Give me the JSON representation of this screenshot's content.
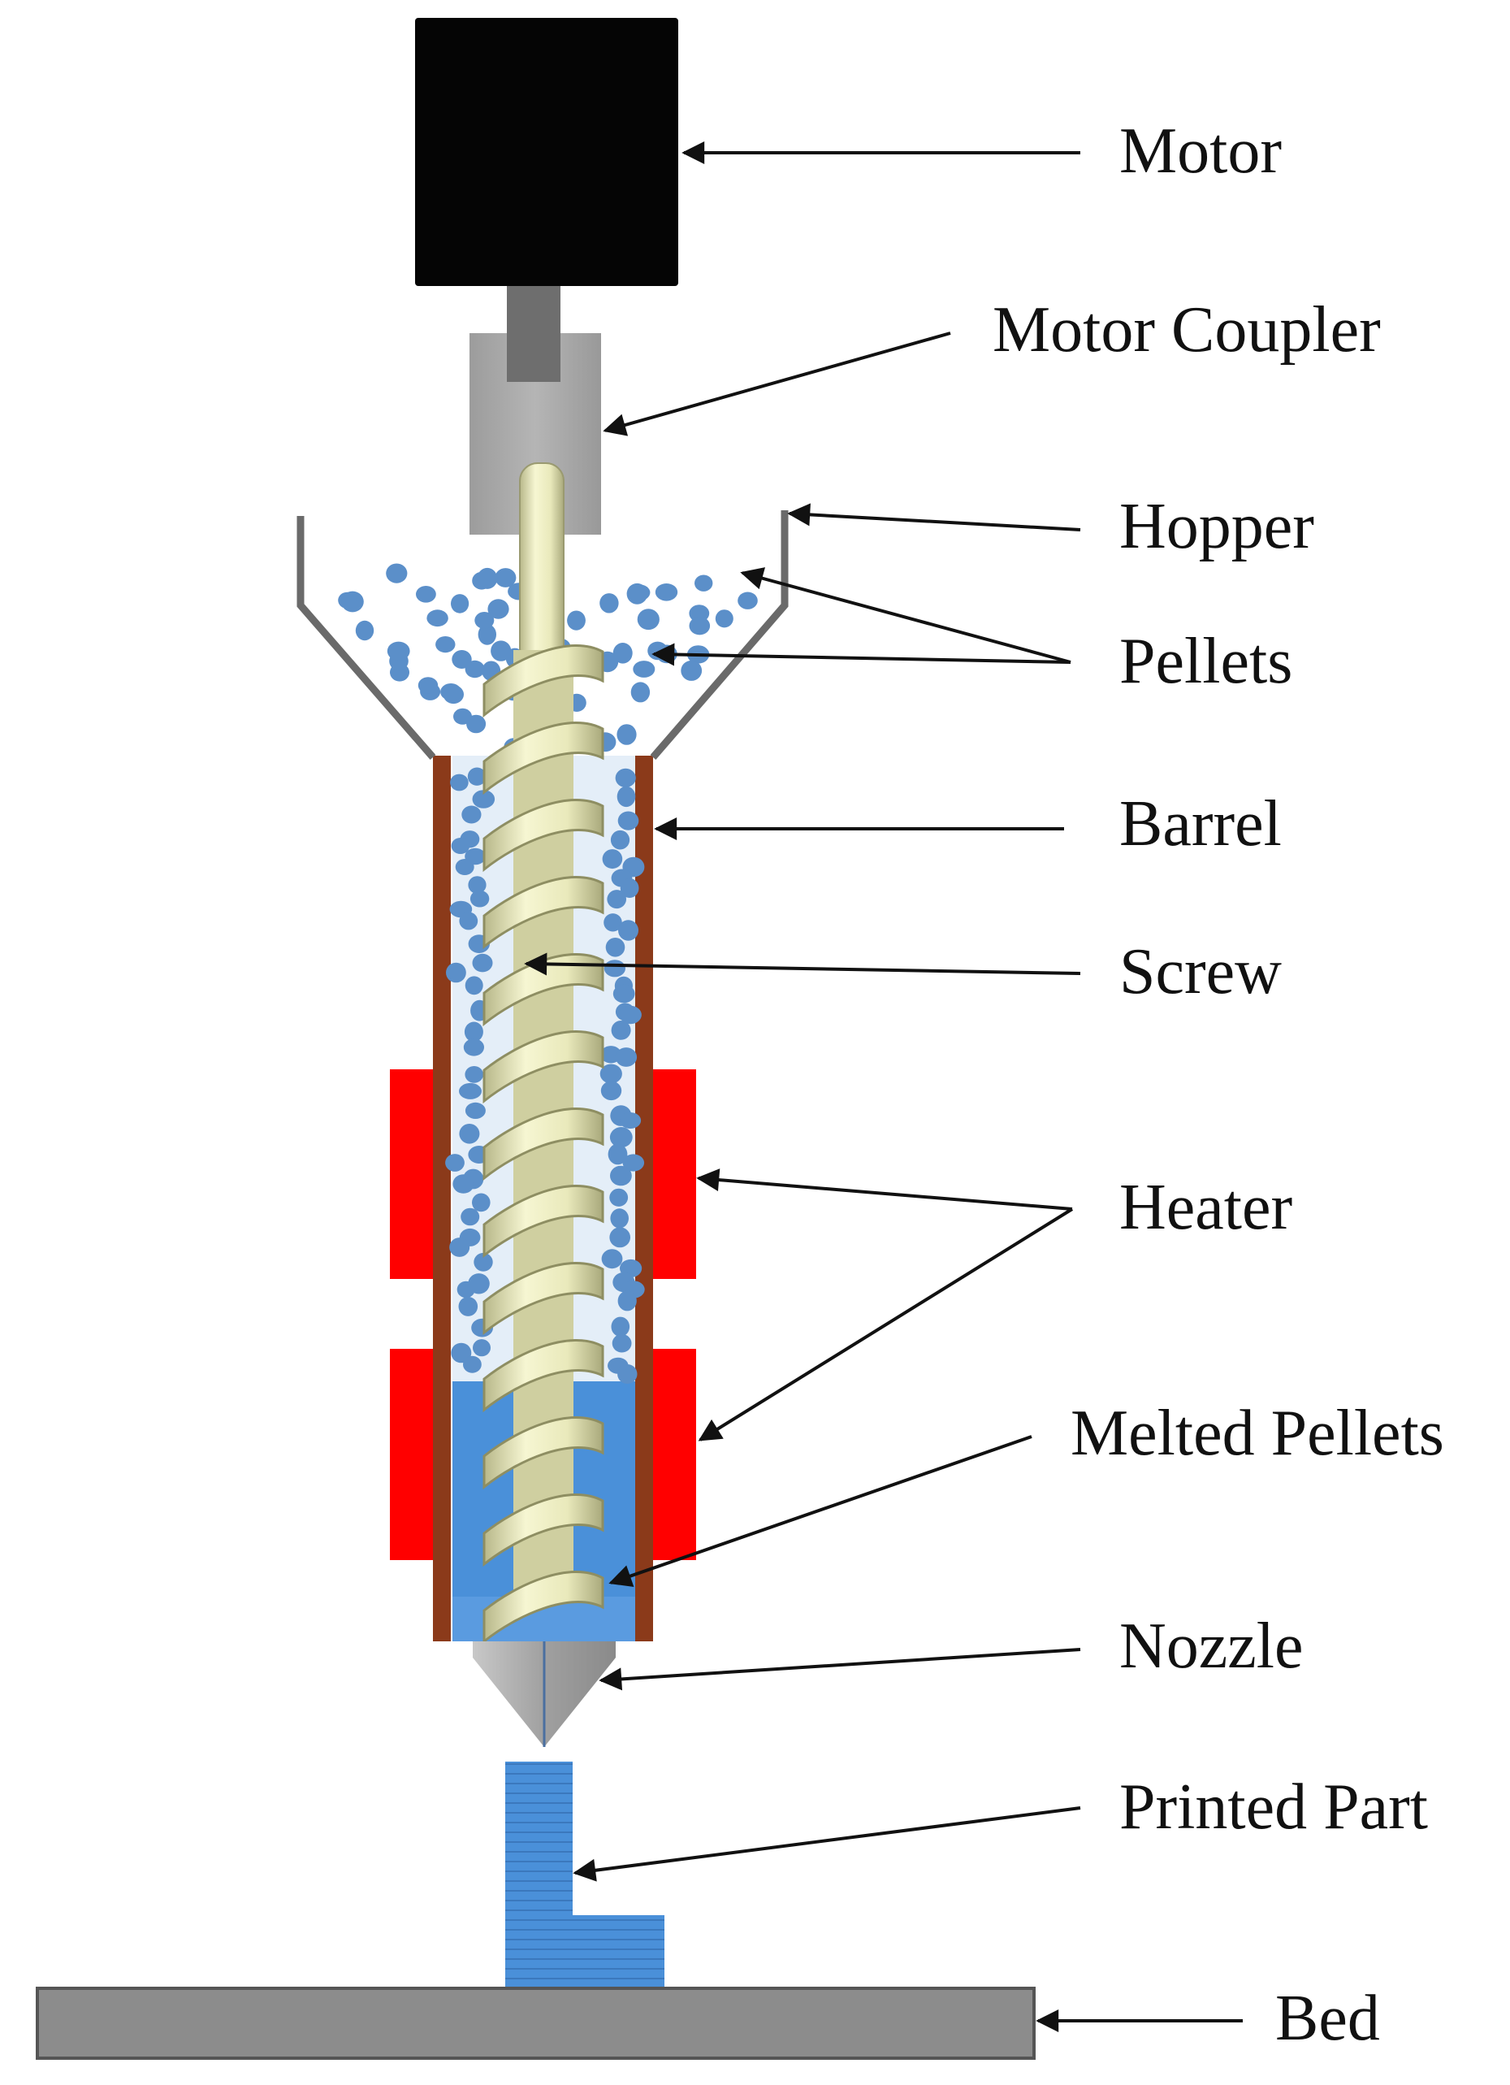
{
  "labels": {
    "motor": "Motor",
    "motor_coupler": "Motor Coupler",
    "hopper": "Hopper",
    "pellets": "Pellets",
    "barrel": "Barrel",
    "screw": "Screw",
    "heater": "Heater",
    "melted_pellets": "Melted Pellets",
    "nozzle": "Nozzle",
    "printed_part": "Printed Part",
    "bed": "Bed"
  },
  "colors": {
    "motor": "#050505",
    "coupler": "#a9a9a9",
    "shaft": "#6e6e6e",
    "screw": "#eeeebb",
    "pellet": "#5b8fc9",
    "melt": "#4a90d9",
    "barrel": "#8b3a1a",
    "heater": "#ff0000",
    "nozzle": "#a8a8a8",
    "bed": "#8c8c8c",
    "part": "#4a90d9"
  }
}
